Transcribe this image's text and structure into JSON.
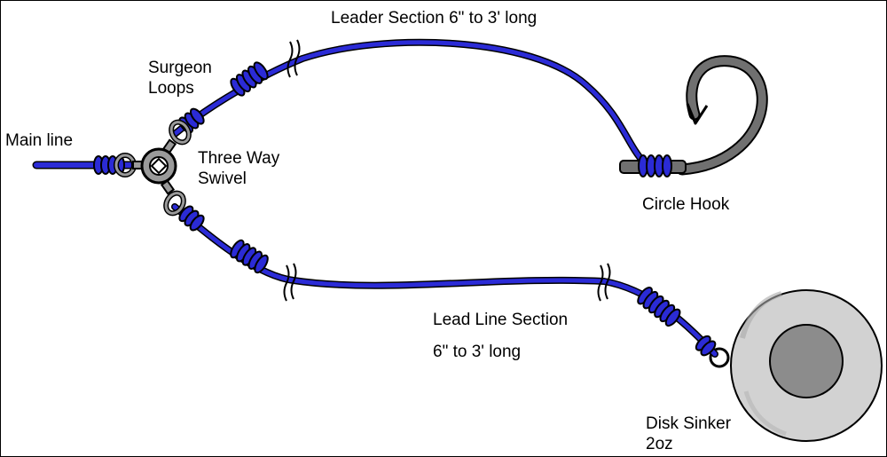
{
  "labels": {
    "leader_section": "Leader Section 6\" to 3' long",
    "surgeon_loops": [
      "Surgeon",
      "Loops"
    ],
    "main_line": "Main line",
    "three_way_swivel": [
      "Three Way",
      "Swivel"
    ],
    "circle_hook": "Circle Hook",
    "lead_line_section": "Lead Line Section",
    "lead_line_length": "6\" to 3' long",
    "disk_sinker": [
      "Disk Sinker",
      "2oz"
    ]
  },
  "icons": {
    "swivel": "three-way-swivel-icon",
    "hook": "circle-hook-icon",
    "sinker": "disk-sinker-icon",
    "knot": "surgeon-knot-icon",
    "break": "line-break-icon"
  },
  "colors": {
    "line": "#2b2bd6",
    "line_dark": "#000000",
    "hook": "#707070",
    "sinker_outer": "#d2d2d2",
    "sinker_inner": "#8c8c8c",
    "swivel": "#9a9a9a"
  }
}
